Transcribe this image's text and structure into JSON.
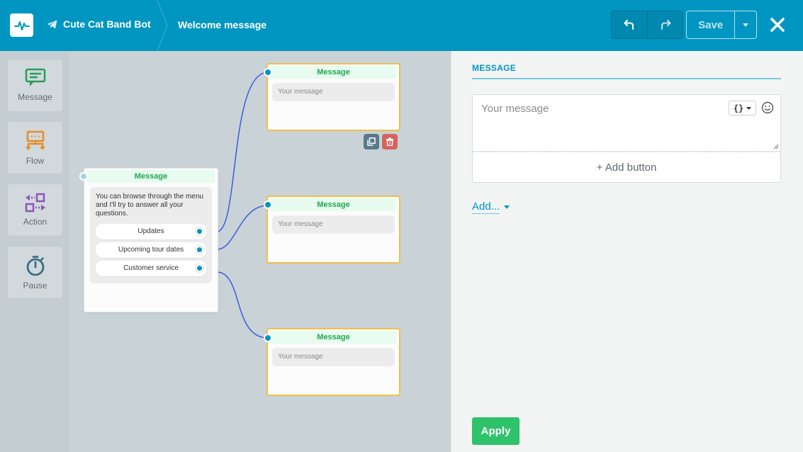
{
  "header": {
    "bot_name": "Cute Cat Band Bot",
    "page_name": "Welcome message",
    "save_label": "Save",
    "undo_icon": "undo-icon",
    "redo_icon": "redo-icon",
    "close_icon": "close-icon"
  },
  "toolbar": {
    "items": [
      {
        "label": "Message",
        "icon": "message-icon",
        "color": "#2a9b5a"
      },
      {
        "label": "Flow",
        "icon": "flow-icon",
        "color": "#e58d25"
      },
      {
        "label": "Action",
        "icon": "action-icon",
        "color": "#8f56b5"
      },
      {
        "label": "Pause",
        "icon": "timer-icon",
        "color": "#3c6d86"
      }
    ]
  },
  "canvas": {
    "main_node": {
      "title": "Message",
      "text": "You can browse through the menu and I'll try to answer all your questions.",
      "options": [
        "Updates",
        "Upcoming tour dates",
        "Customer service"
      ]
    },
    "child_nodes": [
      {
        "title": "Message",
        "placeholder": "Your message"
      },
      {
        "title": "Message",
        "placeholder": "Your message"
      },
      {
        "title": "Message",
        "placeholder": "Your message"
      }
    ]
  },
  "panel": {
    "title": "MESSAGE",
    "message_placeholder": "Your message",
    "variables_label": "{}",
    "add_button_label": "+ Add button",
    "add_label": "Add...",
    "apply_label": "Apply"
  },
  "colors": {
    "brand": "#0096c1",
    "apply": "#2ec26b",
    "node_title": "#1fa84f",
    "selected_border": "#f0c04b"
  }
}
